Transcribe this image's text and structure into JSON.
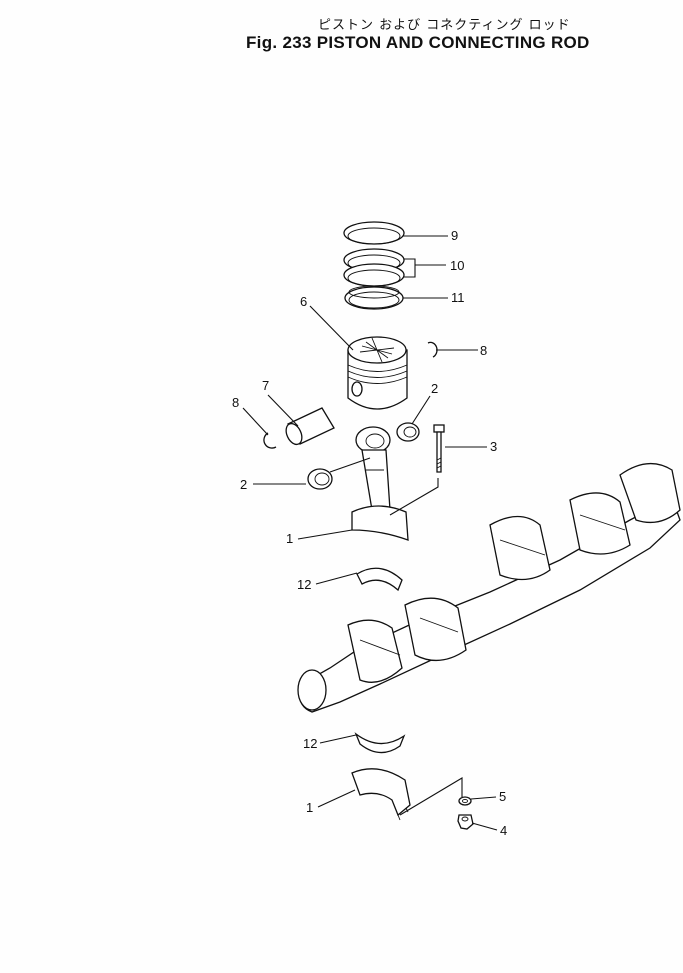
{
  "title": {
    "japanese": "ピストン および コネクティング ロッド",
    "english": "Fig. 233 PISTON AND CONNECTING ROD"
  },
  "callouts": {
    "c9": "9",
    "c10": "10",
    "c11": "11",
    "c6": "6",
    "c8a": "8",
    "c7": "7",
    "c8b": "8",
    "c2a": "2",
    "c3": "3",
    "c2b": "2",
    "c1a": "1",
    "c12a": "12",
    "c12b": "12",
    "c5": "5",
    "c1b": "1",
    "c4": "4"
  }
}
